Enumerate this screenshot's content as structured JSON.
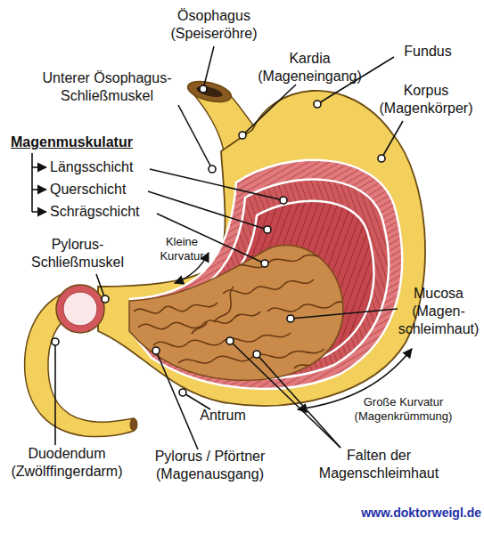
{
  "diagram": {
    "labels": [
      "Ösophagus (Speiseröhre)",
      "Unterer Ösophagus- Schließmuskel",
      "Kardia (Mageneingang)",
      "Fundus",
      "Korpus (Magenkörper)",
      "Magenmuskulatur",
      "Längsschicht",
      "Querschicht",
      "Schrägschicht",
      "Pylorus- Schließmuskel",
      "Kleine Kurvatur",
      "Mucosa (Magen- schleimhaut)",
      "Große Kurvatur (Magenkrümmung)",
      "Duodendum (Zwölffingerdarm)",
      "Antrum",
      "Pylorus / Pförtner (Magenausgang)",
      "Falten der Magenschleimhaut",
      "www.doktorweigl.de"
    ]
  }
}
